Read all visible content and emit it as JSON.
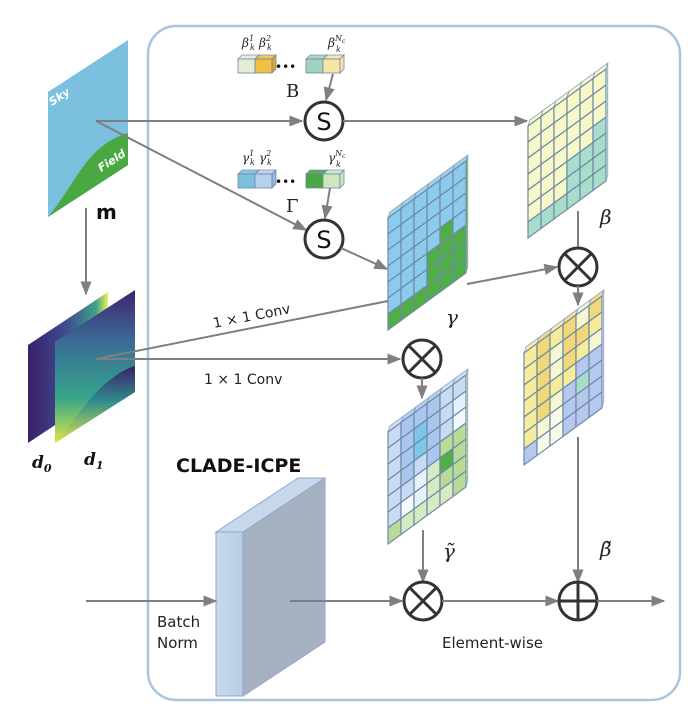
{
  "title": "CLADE-ICPE",
  "container_color": "#a9c3e0",
  "inputs": {
    "semantic_map": {
      "label": "m",
      "regions": [
        "Sky",
        "Field"
      ],
      "colors": {
        "sky": "#7cc0e0",
        "field": "#4aa843"
      }
    },
    "distance_maps": {
      "labels": [
        "d",
        "d"
      ],
      "subscripts": [
        "0",
        "1"
      ]
    }
  },
  "parameter_sets": {
    "beta": {
      "symbol": "B",
      "items": [
        {
          "base": "β",
          "sub": "k",
          "sup": "1",
          "colors": [
            "#e4edd8",
            "#cfdcc0"
          ]
        },
        {
          "base": "β",
          "sub": "k",
          "sup": "2",
          "colors": [
            "#f0c040",
            "#d9a928"
          ]
        },
        {
          "base": "β",
          "sub": "k",
          "sup": "Nc",
          "colors": [
            "#9fd3c0",
            "#f6e6a6"
          ]
        }
      ],
      "ellipsis": "•••"
    },
    "gamma": {
      "symbol": "Γ",
      "items": [
        {
          "base": "γ",
          "sub": "k",
          "sup": "1",
          "colors": [
            "#7cc0e0",
            "#60a8cc"
          ]
        },
        {
          "base": "γ",
          "sub": "k",
          "sup": "2",
          "colors": [
            "#b8d0ee",
            "#9ab6dc"
          ]
        },
        {
          "base": "γ",
          "sub": "k",
          "sup": "Nc",
          "colors": [
            "#4aa843",
            "#cfe6c0"
          ]
        }
      ],
      "ellipsis": "•••"
    }
  },
  "operators": {
    "select_beta": "S",
    "select_gamma": "S",
    "multiply_1": "⊗",
    "multiply_2": "⊗",
    "multiply_3": "⊗",
    "add": "⊕"
  },
  "labels": {
    "conv_top": "1 × 1 Conv",
    "conv_bottom": "1 × 1 Conv",
    "gamma": "γ",
    "beta": "β",
    "gamma_tilde": "γ̃",
    "beta_tilde": "β̃",
    "batch_norm_line1": "Batch",
    "batch_norm_line2": "Norm",
    "element_wise": "Element-wise"
  },
  "grids": {
    "gamma": {
      "rows": 7,
      "cols": 6,
      "palette": {
        "b": "#8ccbee",
        "g": "#4fae45"
      },
      "cells": [
        "bbbbbb",
        "bbbbbb",
        "bbbbbb",
        "bbbbgb",
        "bbbggg",
        "bbbggg",
        "gggggg"
      ]
    },
    "beta": {
      "rows": 7,
      "cols": 6,
      "palette": {
        "y": "#f6f8c8",
        "t": "#a8dccb"
      },
      "cells": [
        "yyyyyy",
        "yyyyyy",
        "yyyyyy",
        "yyyyyt",
        "yyyttt",
        "yyyttt",
        "tttttt"
      ]
    },
    "gamma_tilde": {
      "rows": 7,
      "cols": 6,
      "palette": {
        "w": "#e6f1fc",
        "l": "#c7dcf4",
        "m": "#a9c6ee",
        "c": "#7cc6e8",
        "p": "#d6ebc2",
        "q": "#b8dc98",
        "g": "#4fae45",
        "x": "#f4f9ff"
      },
      "cells": [
        "lmmmll",
        "lmcmlw",
        "lmcmlx",
        "lmlmqq",
        "llwpgq",
        "lxwpqq",
        "qppppq"
      ]
    },
    "beta_tilde": {
      "rows": 7,
      "cols": 6,
      "palette": {
        "y": "#f6ec9c",
        "o": "#f2d878",
        "l": "#f6f6d0",
        "w": "#f8fbe6",
        "b": "#b6c8ee",
        "t": "#a8dcc6"
      },
      "cells": [
        "yoyolo",
        "yolooy",
        "yoloyl",
        "yoyybb",
        "yolbtb",
        "ylwbbb",
        "bwwbbb"
      ]
    }
  }
}
